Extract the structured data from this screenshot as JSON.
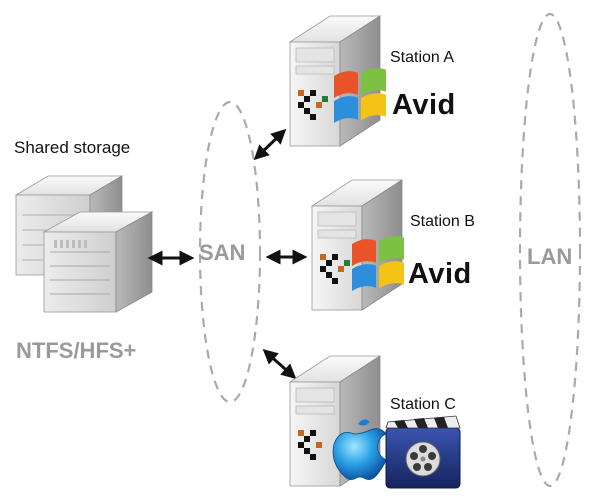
{
  "storage": {
    "title": "Shared storage",
    "filesystem": "NTFS/HFS+"
  },
  "networks": {
    "san": "SAN",
    "lan": "LAN"
  },
  "stations": [
    {
      "label": "Station A",
      "os_icon": "windows-logo-icon",
      "app": "Avid"
    },
    {
      "label": "Station B",
      "os_icon": "windows-logo-icon",
      "app": "Avid"
    },
    {
      "label": "Station C",
      "os_icon": "apple-logo-icon",
      "app_icon": "video-clapperboard-icon"
    }
  ],
  "colors": {
    "dashed_line": "#aaaaaa",
    "muted_text": "#9a9a9a",
    "arrow": "#111111"
  }
}
